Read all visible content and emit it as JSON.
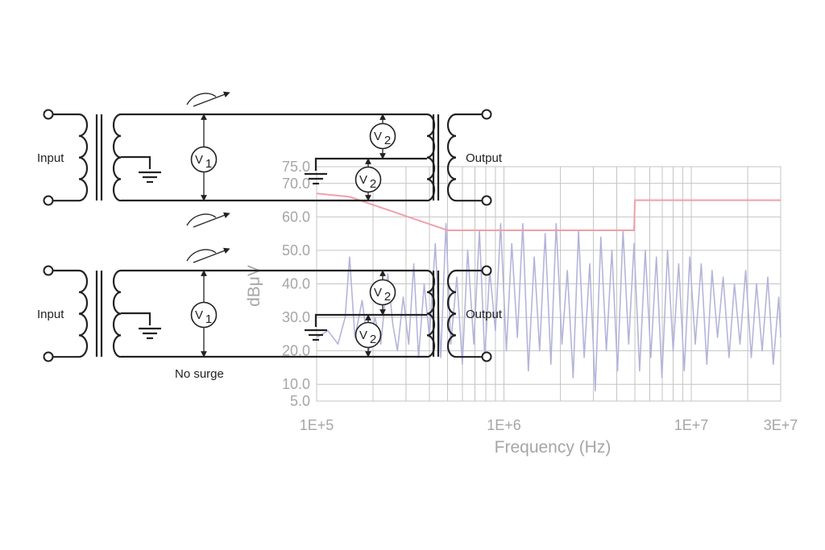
{
  "labels": {
    "input_top": "Input",
    "output_top": "Output",
    "input_bottom": "Input",
    "output_bottom": "Output",
    "no_surge": "No surge",
    "v1": "V",
    "v1_sub": "1",
    "v2": "V",
    "v2_sub": "2"
  },
  "colors": {
    "wire": "#222222",
    "grid": "#c4c4c4",
    "axis_text": "#a6a6a6",
    "limit_line": "#f0a0a8",
    "spectrum": "#b4b4dc"
  },
  "chart_data": {
    "type": "line",
    "title": "",
    "xlabel": "Frequency (Hz)",
    "ylabel": "dBμV",
    "x_scale": "log",
    "xlim": [
      100000,
      30000000
    ],
    "ylim": [
      5,
      75
    ],
    "grid": true,
    "x_ticks": [
      {
        "value": 100000,
        "label": "1E+5"
      },
      {
        "value": 1000000,
        "label": "1E+6"
      },
      {
        "value": 10000000,
        "label": "1E+7"
      },
      {
        "value": 30000000,
        "label": "3E+7"
      }
    ],
    "y_ticks": [
      {
        "value": 75,
        "label": "75.0"
      },
      {
        "value": 70,
        "label": "70.0"
      },
      {
        "value": 60,
        "label": "60.0"
      },
      {
        "value": 50,
        "label": "50.0"
      },
      {
        "value": 40,
        "label": "40.0"
      },
      {
        "value": 30,
        "label": "30.0"
      },
      {
        "value": 20,
        "label": "20.0"
      },
      {
        "value": 10,
        "label": "10.0"
      },
      {
        "value": 5,
        "label": "5.0"
      }
    ],
    "series": [
      {
        "x": [
          100000,
          150000,
          500000,
          4950000,
          5000000,
          30000000
        ],
        "y": [
          67,
          66,
          56,
          56,
          65,
          65
        ]
      },
      {
        "x": [
          100000,
          115000,
          130000,
          142000,
          150000,
          160000,
          175000,
          190000,
          205000,
          220000,
          240000,
          255000,
          270000,
          290000,
          310000,
          330000,
          350000,
          375000,
          400000,
          430000,
          460000,
          490000,
          520000,
          560000,
          600000,
          640000,
          690000,
          740000,
          790000,
          840000,
          900000,
          960000,
          1030000,
          1100000,
          1180000,
          1260000,
          1350000,
          1450000,
          1550000,
          1660000,
          1780000,
          1900000,
          2040000,
          2180000,
          2340000,
          2500000,
          2680000,
          2870000,
          3070000,
          3290000,
          3520000,
          3770000,
          4040000,
          4320000,
          4630000,
          4950000,
          5300000,
          5680000,
          6080000,
          6510000,
          6970000,
          7470000,
          8000000,
          8560000,
          9170000,
          9820000,
          10500000,
          11300000,
          12100000,
          12900000,
          13800000,
          14800000,
          15900000,
          17000000,
          18200000,
          19500000,
          20900000,
          22300000,
          23900000,
          25600000,
          27400000,
          29300000,
          30000000
        ],
        "y": [
          24,
          26,
          22,
          30,
          48,
          24,
          35,
          20,
          30,
          22,
          43,
          28,
          20,
          36,
          22,
          46,
          18,
          40,
          24,
          52,
          18,
          58,
          22,
          42,
          16,
          50,
          22,
          56,
          18,
          44,
          26,
          58,
          20,
          52,
          24,
          58,
          14,
          48,
          20,
          55,
          16,
          58,
          22,
          44,
          12,
          56,
          18,
          46,
          8,
          54,
          20,
          50,
          14,
          56,
          22,
          52,
          14,
          50,
          18,
          48,
          12,
          50,
          20,
          46,
          14,
          48,
          22,
          46,
          16,
          44,
          24,
          42,
          18,
          40,
          22,
          44,
          18,
          40,
          20,
          42,
          16,
          36,
          24
        ]
      }
    ]
  }
}
